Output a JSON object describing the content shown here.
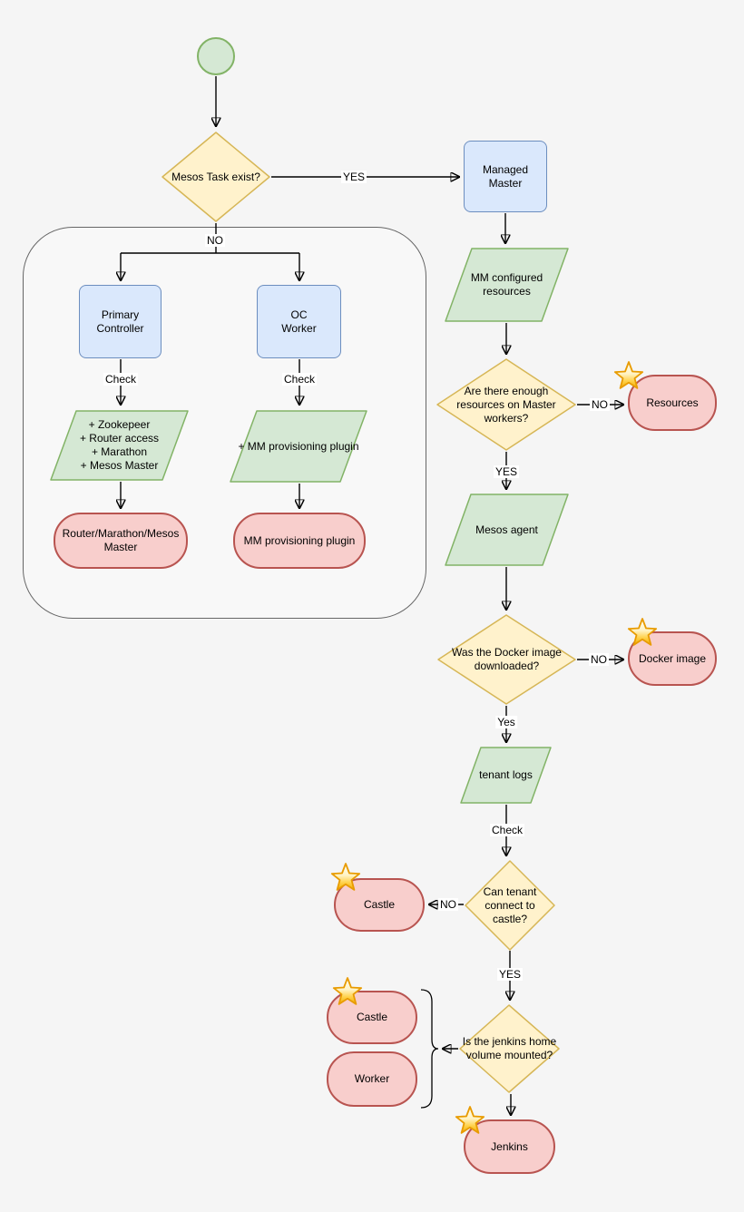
{
  "diagram": {
    "type": "flowchart",
    "colors": {
      "background": "#F5F5F5",
      "decision_fill": "#FFF2CC",
      "decision_stroke": "#D6B656",
      "process_fill": "#DAE8FC",
      "process_stroke": "#6C8EBF",
      "data_fill": "#D5E8D4",
      "data_stroke": "#82B366",
      "terminal_fill": "#F8CECC",
      "terminal_stroke": "#B85450",
      "star_fill": "#FFD24D",
      "star_stroke": "#E89B00"
    }
  },
  "nodes": {
    "decision_mesos_task": "Mesos Task exist?",
    "managed_master": "Managed\nMaster",
    "mm_configured_resources": "MM configured\nresources",
    "decision_enough_resources": "Are there enough\nresources on Master\nworkers?",
    "resources": "Resources",
    "mesos_agent": "Mesos agent",
    "decision_docker_image": "Was the Docker image\ndownloaded?",
    "docker_image": "Docker image",
    "tenant_logs": "tenant logs",
    "decision_tenant_castle": "Can tenant\nconnect to\ncastle?",
    "castle_no_branch": "Castle",
    "decision_jenkins_home": "Is the jenkins home\nvolume mounted?",
    "castle_mounted": "Castle",
    "worker_mounted": "Worker",
    "jenkins": "Jenkins",
    "primary_controller": "Primary\nController",
    "oc_worker": "OC\nWorker",
    "controller_checks": "+ Zookepeer\n+ Router access\n+ Marathon\n+ Mesos Master",
    "worker_checks": "+ MM provisioning plugin",
    "router_marathon_mesos": "Router/Marathon/Mesos\nMaster",
    "mm_provisioning_plugin": "MM provisioning plugin"
  },
  "edges": {
    "yes_top": "YES",
    "no_group": "NO",
    "check_left": "Check",
    "check_right": "Check",
    "no_resources": "NO",
    "yes_resources": "YES",
    "no_docker": "NO",
    "yes_docker": "Yes",
    "check_tenant": "Check",
    "no_castle": "NO",
    "yes_castle": "YES"
  }
}
